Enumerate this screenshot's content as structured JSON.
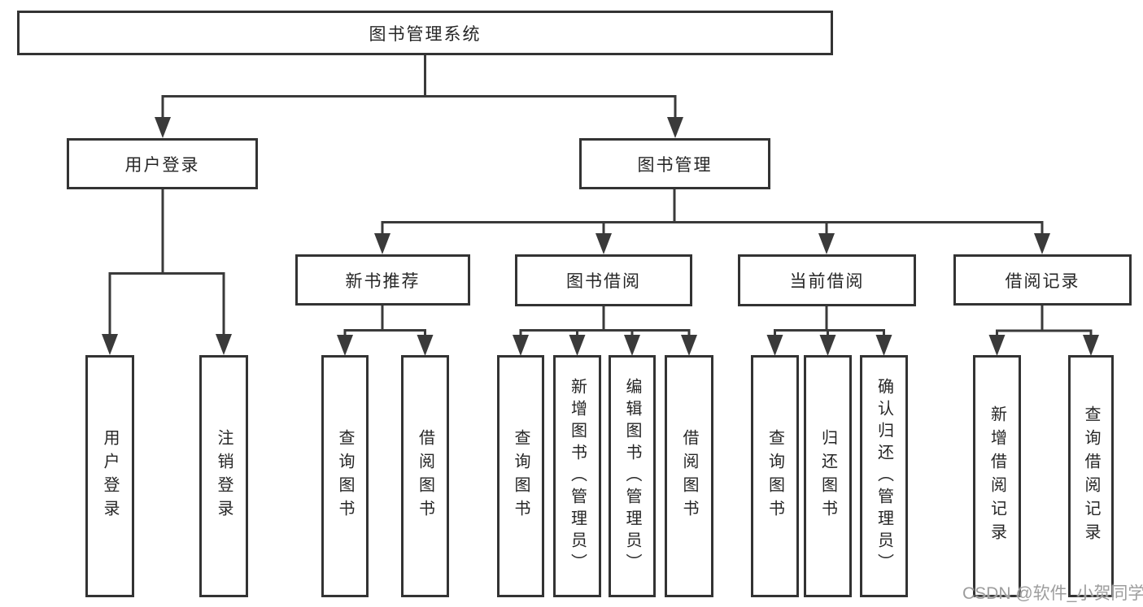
{
  "diagram_title": "图书管理系统",
  "nodes": {
    "root": {
      "label": "图书管理系统"
    },
    "user_login": {
      "label": "用户登录"
    },
    "book_management": {
      "label": "图书管理"
    },
    "new_book_recommend": {
      "label": "新书推荐"
    },
    "book_borrow": {
      "label": "图书借阅"
    },
    "current_borrow": {
      "label": "当前借阅"
    },
    "borrow_record": {
      "label": "借阅记录"
    },
    "leaf_user_login": {
      "label": "用户登录"
    },
    "leaf_logout": {
      "label": "注销登录"
    },
    "leaf_query_book_recommend": {
      "label": "查询图书"
    },
    "leaf_borrow_book_recommend": {
      "label": "借阅图书"
    },
    "leaf_query_book_borrow": {
      "label": "查询图书"
    },
    "leaf_add_book": {
      "label": "新增图书（管理员）"
    },
    "leaf_edit_book": {
      "label": "编辑图书（管理员）"
    },
    "leaf_borrow_book_borrow": {
      "label": "借阅图书"
    },
    "leaf_query_book_current": {
      "label": "查询图书"
    },
    "leaf_return_book": {
      "label": "归还图书"
    },
    "leaf_confirm_return": {
      "label": "确认归还（管理员）"
    },
    "leaf_add_borrow_record": {
      "label": "新增借阅记录"
    },
    "leaf_query_borrow_record": {
      "label": "查询借阅记录"
    }
  },
  "edges": [
    {
      "from": "root",
      "to": "user_login"
    },
    {
      "from": "root",
      "to": "book_management"
    },
    {
      "from": "user_login",
      "to": "leaf_user_login"
    },
    {
      "from": "user_login",
      "to": "leaf_logout"
    },
    {
      "from": "book_management",
      "to": "new_book_recommend"
    },
    {
      "from": "book_management",
      "to": "book_borrow"
    },
    {
      "from": "book_management",
      "to": "current_borrow"
    },
    {
      "from": "book_management",
      "to": "borrow_record"
    },
    {
      "from": "new_book_recommend",
      "to": "leaf_query_book_recommend"
    },
    {
      "from": "new_book_recommend",
      "to": "leaf_borrow_book_recommend"
    },
    {
      "from": "book_borrow",
      "to": "leaf_query_book_borrow"
    },
    {
      "from": "book_borrow",
      "to": "leaf_add_book"
    },
    {
      "from": "book_borrow",
      "to": "leaf_edit_book"
    },
    {
      "from": "book_borrow",
      "to": "leaf_borrow_book_borrow"
    },
    {
      "from": "current_borrow",
      "to": "leaf_query_book_current"
    },
    {
      "from": "current_borrow",
      "to": "leaf_return_book"
    },
    {
      "from": "current_borrow",
      "to": "leaf_confirm_return"
    },
    {
      "from": "borrow_record",
      "to": "leaf_add_borrow_record"
    },
    {
      "from": "borrow_record",
      "to": "leaf_query_borrow_record"
    }
  ],
  "watermark": {
    "text": "CSDN @软件_小贺同学"
  },
  "colors": {
    "line": "#3a3a3a",
    "box_border": "#333333",
    "box_fill": "#ffffff",
    "text": "#262626",
    "background": "#ffffff",
    "watermark": "#9d9d9d"
  }
}
